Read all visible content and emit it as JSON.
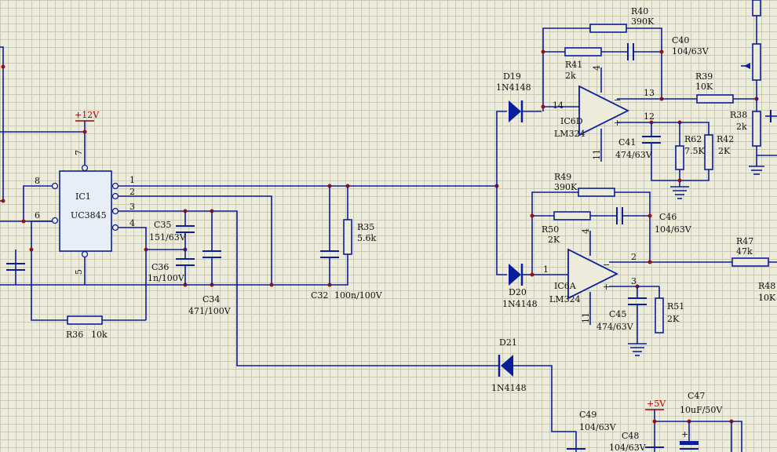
{
  "labels": {
    "ic1_name": "IC1",
    "ic1_part": "UC3845",
    "pin1": "1",
    "pin2": "2",
    "pin3": "3",
    "pin4": "4",
    "pin5": "5",
    "pin6": "6",
    "pin7": "7",
    "pin8": "8",
    "vcc12": "+12V",
    "vcc5": "+5V",
    "r35": "R35",
    "r35v": "5.6k",
    "r36": "R36",
    "r36v": "10k",
    "c32": "C32",
    "c32v": "100n/100V",
    "c34": "C34",
    "c34v": "471/100V",
    "c35": "C35",
    "c35v": "151/63V",
    "c36": "C36",
    "c36v": "1n/100V",
    "d19": "D19",
    "d19v": "1N4148",
    "d20": "D20",
    "d20v": "1N4148",
    "d21": "D21",
    "d21v": "1N4148",
    "ic6d": "IC6D",
    "ic6a": "IC6A",
    "lm324a": "LM324",
    "lm324b": "LM324",
    "r40": "R40",
    "r40v": "390K",
    "r41": "R41",
    "r41v": "2k",
    "c40": "C40",
    "c40v": "104/63V",
    "r39": "R39",
    "r39v": "10K",
    "r38": "R38",
    "r38v": "2k",
    "c41": "C41",
    "c41v": "474/63V",
    "r62": "R62",
    "r62v": "7.5K",
    "r42": "R42",
    "r42v": "2K",
    "r49": "R49",
    "r49v": "390K",
    "r50": "R50",
    "r50v": "2K",
    "c46": "C46",
    "c46v": "104/63V",
    "r47": "R47",
    "r47v": "47k",
    "r48": "R48",
    "r48v": "10K",
    "c45": "C45",
    "c45v": "474/63V",
    "r51": "R51",
    "r51v": "2K",
    "c49": "C49",
    "c49v": "104/63V",
    "c48": "C48",
    "c48v": "104/63V",
    "c47": "C47",
    "c47v": "10uF/50V",
    "p14": "14",
    "p13": "13",
    "p12": "12",
    "p11a": "11",
    "p4a": "4",
    "p1": "1",
    "p2": "2",
    "p3": "3",
    "p11b": "11",
    "p4b": "4",
    "minus": "−",
    "plus": "+"
  },
  "colors": {
    "wire": "#0b1e9a",
    "junction": "#9a1010",
    "power": "#a00000",
    "grid": "#c9c9b6",
    "background": "#ecebdc"
  }
}
